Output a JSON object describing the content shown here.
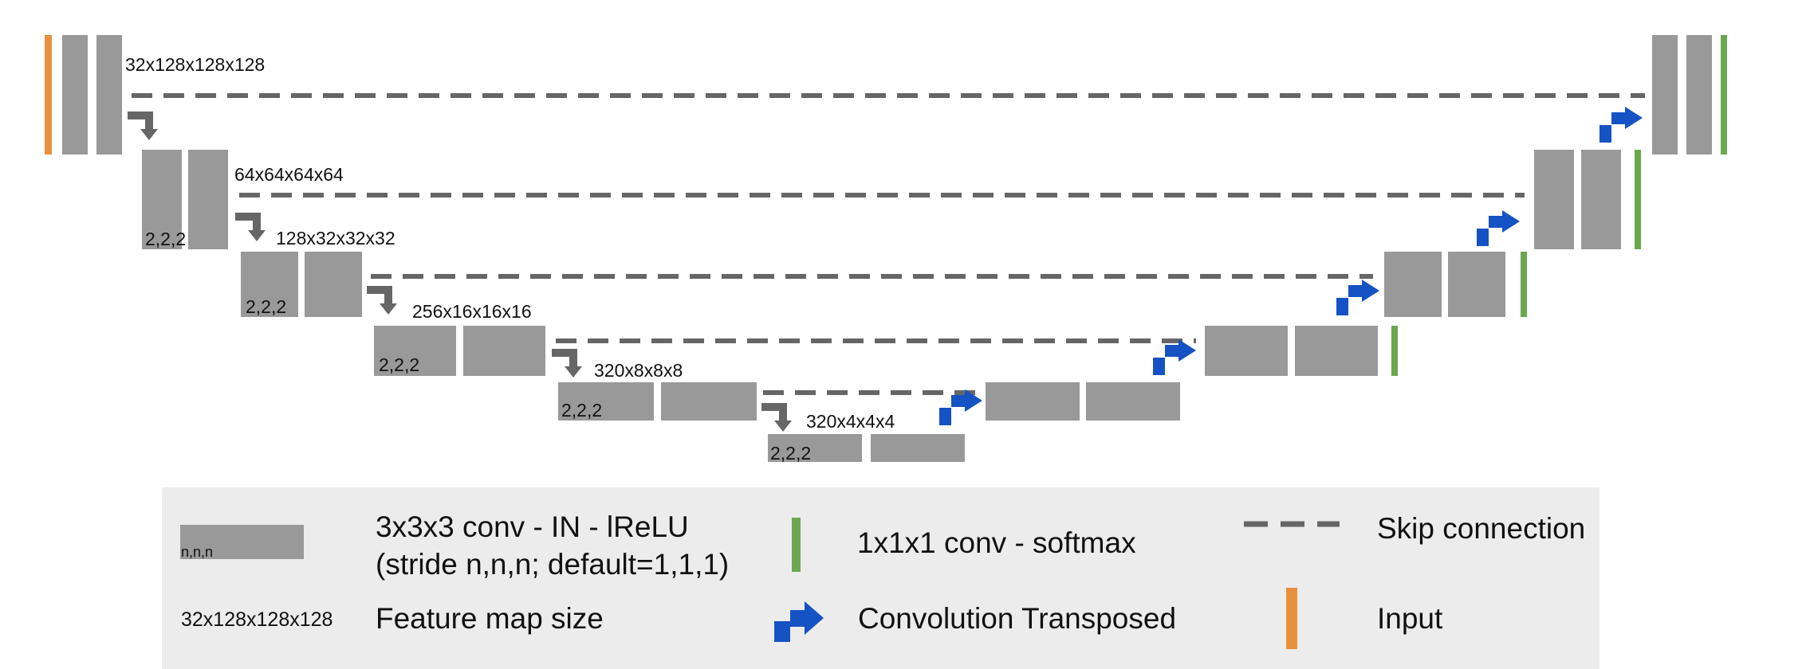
{
  "colors": {
    "block": "#999999",
    "skip": "#666666",
    "down_arrow": "#666666",
    "up_arrow": "#1552c4",
    "softmax": "#6aa84f",
    "input": "#e8903e",
    "legend_bg": "#ececec"
  },
  "encoder": [
    {
      "level": 1,
      "size": "32x128x128x128",
      "stride": ""
    },
    {
      "level": 2,
      "size": "64x64x64x64",
      "stride": "2,2,2"
    },
    {
      "level": 3,
      "size": "128x32x32x32",
      "stride": "2,2,2"
    },
    {
      "level": 4,
      "size": "256x16x16x16",
      "stride": "2,2,2"
    },
    {
      "level": 5,
      "size": "320x8x8x8",
      "stride": "2,2,2"
    },
    {
      "level": 6,
      "size": "320x4x4x4",
      "stride": "2,2,2"
    }
  ],
  "legend": {
    "block_stride": "n,n,n",
    "conv_line1": "3x3x3 conv - IN - lReLU",
    "conv_line2": "(stride n,n,n; default=1,1,1)",
    "softmax": "1x1x1 conv - softmax",
    "skip": "Skip connection",
    "size_example": "32x128x128x128",
    "size_label": "Feature map size",
    "transposed": "Convolution Transposed",
    "input": "Input",
    "icons": [
      "conv-block-icon",
      "softmax-bar-icon",
      "skip-dash-icon",
      "transposed-arrow-icon",
      "input-bar-icon"
    ]
  }
}
